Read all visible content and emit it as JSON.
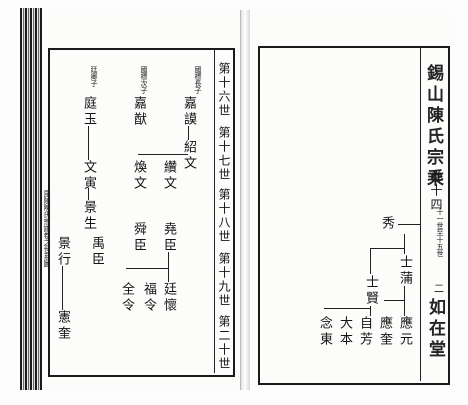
{
  "left_page": {
    "generations": [
      "第十六世",
      "第十七世",
      "第十八世",
      "第十九世",
      "第二十世"
    ],
    "side_title": "毘陵陳氏宗譜卷之世系圖",
    "persons": {
      "jiamo": "嘉謨",
      "jiamo_note": "國標長子",
      "jiaxian": "嘉猷",
      "jiaxian_note": "國標次子",
      "tingyu": "庭玉",
      "tingyu_note": "廷卿子",
      "shaowen": "紹文",
      "zuanwen": "纘文",
      "huanwen": "煥文",
      "wenyin": "文寅",
      "yaochen": "堯臣",
      "shunchen": "舜臣",
      "yuchen": "禹臣",
      "jingsheng": "景生",
      "jingxing": "景行",
      "tinghuai": "廷懷",
      "fuling": "福令",
      "quanling": "全令",
      "xiankui": "憲奎"
    }
  },
  "right_page": {
    "title": "錫山陳氏宗乘",
    "volume": "卷十四",
    "note": "十一世至十五世",
    "hall": "如在堂",
    "page_number": "二",
    "persons": {
      "xiu": "秀",
      "shipu": "士蒲",
      "shixian": "士賢",
      "yingyuan": "應元",
      "yingkui": "應奎",
      "zifang": "自芳",
      "daben": "大本",
      "niandong": "念東"
    }
  }
}
